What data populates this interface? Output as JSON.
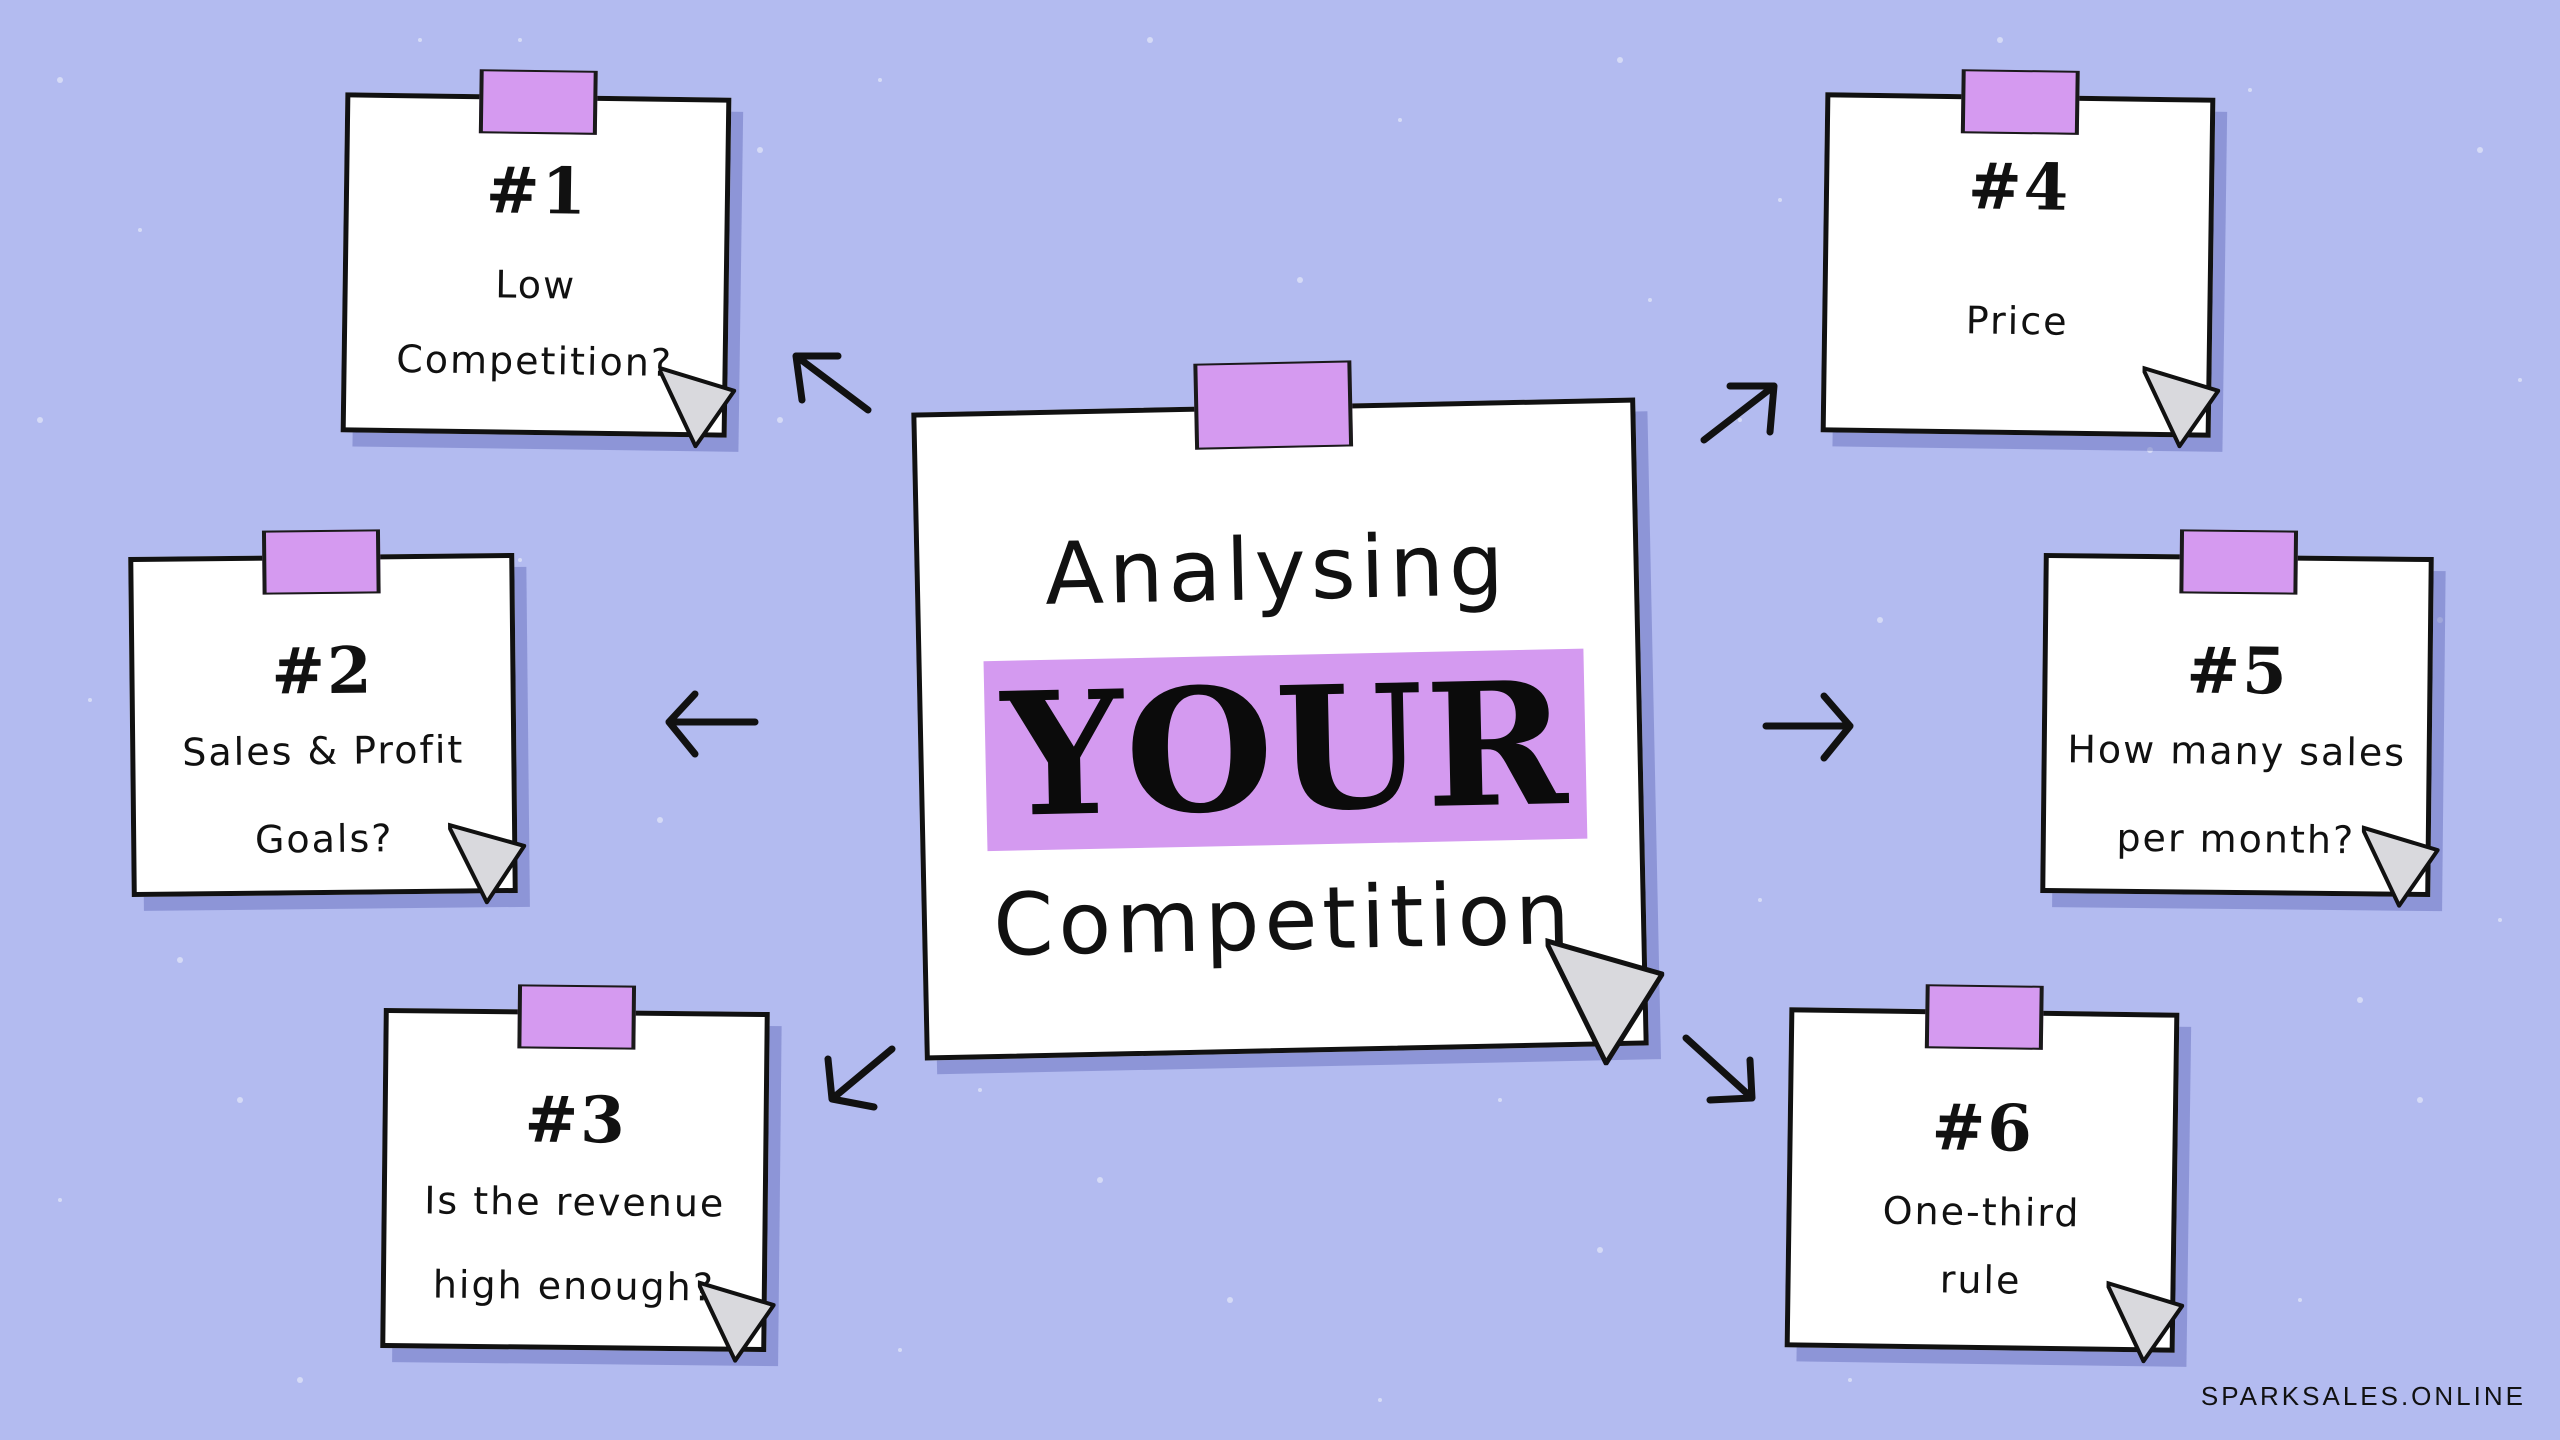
{
  "center": {
    "line1": "Analysing",
    "highlight": "YOUR",
    "line2": "Competition"
  },
  "notes": [
    {
      "number": "#1",
      "lines": [
        "Low",
        "Competition?"
      ]
    },
    {
      "number": "#2",
      "lines": [
        "Sales & Profit",
        "Goals?"
      ]
    },
    {
      "number": "#3",
      "lines": [
        "Is the revenue",
        "high enough?"
      ]
    },
    {
      "number": "#4",
      "lines": [
        "Price"
      ]
    },
    {
      "number": "#5",
      "lines": [
        "How many sales",
        "per month?"
      ]
    },
    {
      "number": "#6",
      "lines": [
        "One-third",
        "rule"
      ]
    }
  ],
  "brand": "SPARKSALES.ONLINE",
  "colors": {
    "background": "#b3bbf0",
    "tape": "#d59af0",
    "highlight": "#d49af0",
    "note": "#ffffff",
    "ink": "#111111"
  }
}
